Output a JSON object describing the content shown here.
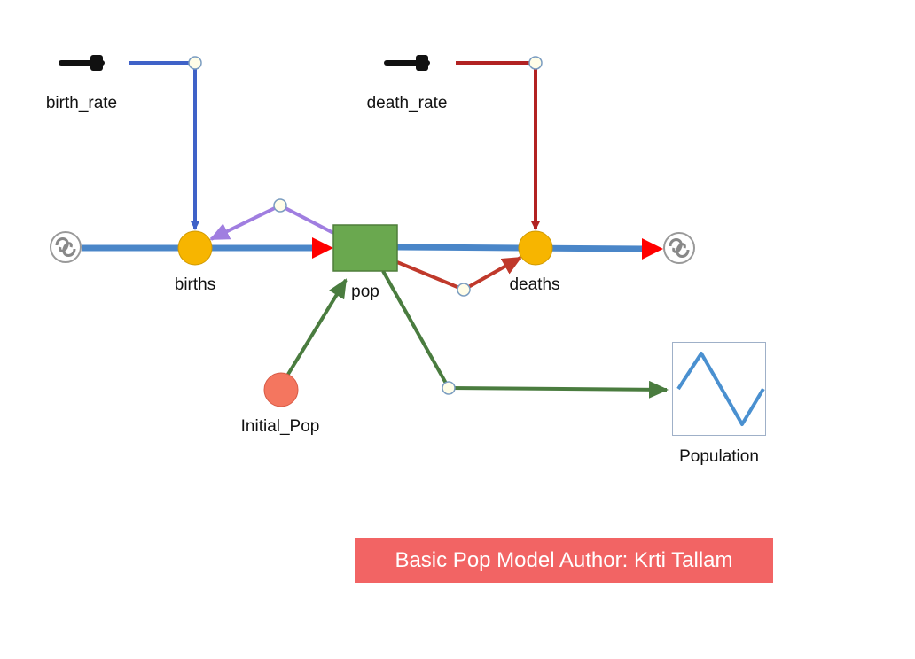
{
  "labels": {
    "birth_rate": "birth_rate",
    "death_rate": "death_rate",
    "births": "births",
    "deaths": "deaths",
    "pop": "pop",
    "initial_pop": "Initial_Pop",
    "population": "Population"
  },
  "banner": {
    "text": "Basic Pop Model Author: Krti Tallam"
  },
  "colors": {
    "flow": "#4a86c8",
    "flow_arrow": "#ff0000",
    "stock": "#6aa84f",
    "converter": "#f7b500",
    "initial": "#f4765f",
    "birth_link": "#3f62c8",
    "death_link": "#b22222",
    "pop_link": "#4a7c3f",
    "feedback_link": "#a07ee0",
    "banner_bg": "#f26464"
  },
  "icons": [
    "slider-icon",
    "cloud-icon",
    "graph-icon"
  ]
}
